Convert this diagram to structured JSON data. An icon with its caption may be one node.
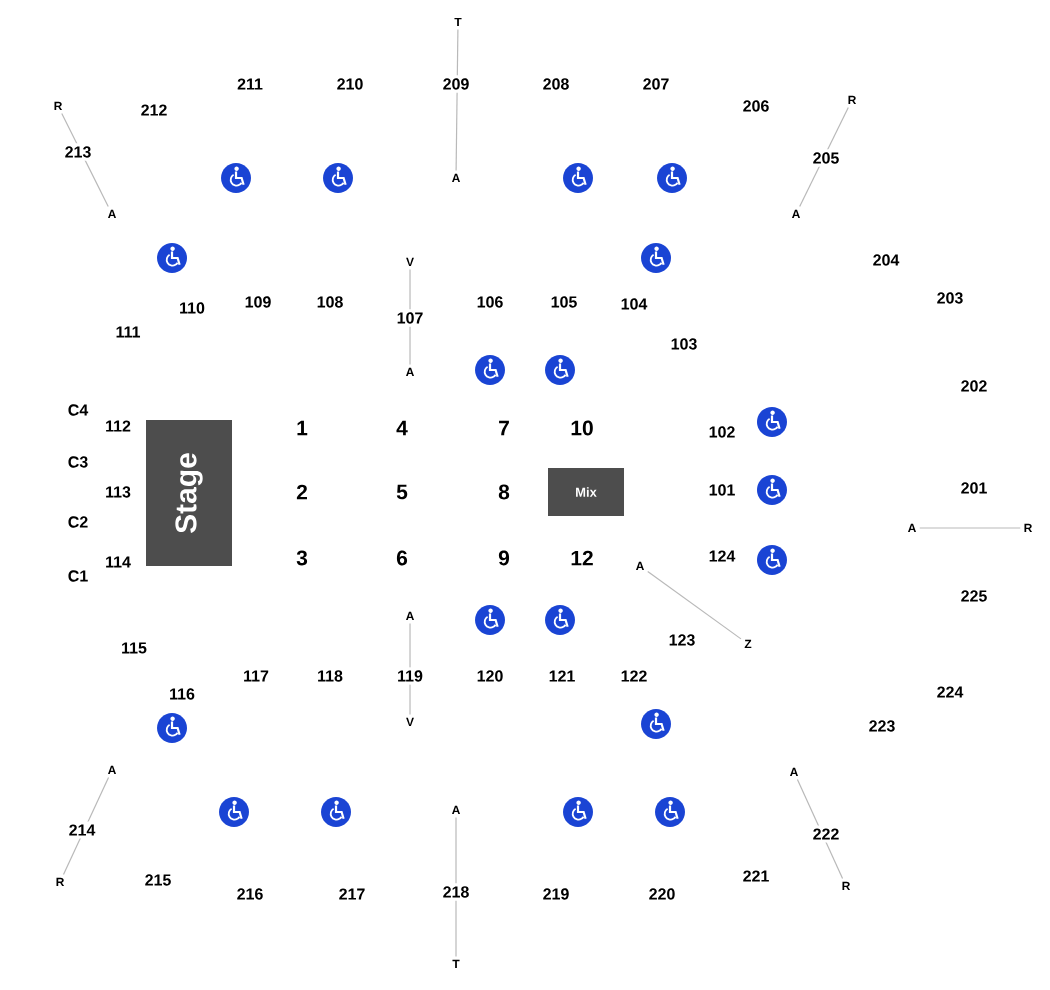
{
  "diagram": {
    "nodes": [
      {
        "text": [
          "T"
        ]
      },
      {
        "text": [
          "R"
        ]
      },
      {
        "text": [
          "R"
        ]
      },
      {
        "text": [
          "A"
        ]
      },
      {
        "text": [
          "A"
        ]
      },
      {
        "text": [
          "A"
        ]
      },
      {
        "text": [
          "V"
        ]
      },
      {
        "text": [
          "A"
        ]
      },
      {
        "text": [
          "Stage"
        ]
      },
      {
        "text": [
          "Mix"
        ]
      },
      {
        "text": [
          "A"
        ]
      },
      {
        "text": [
          "R"
        ]
      },
      {
        "text": [
          "A"
        ]
      },
      {
        "text": [
          "A"
        ]
      },
      {
        "text": [
          "Z"
        ]
      },
      {
        "text": [
          "V"
        ]
      },
      {
        "text": [
          "A"
        ]
      },
      {
        "text": [
          "A"
        ]
      },
      {
        "text": [
          "A"
        ]
      },
      {
        "text": [
          "R"
        ]
      },
      {
        "text": [
          "R"
        ]
      },
      {
        "text": [
          "T"
        ]
      }
    ],
    "edges": [
      {
        "from": 0,
        "to": 3,
        "arrow": "none",
        "label": "209"
      },
      {
        "from": 2,
        "to": 4,
        "arrow": "none",
        "label": "213"
      },
      {
        "from": 1,
        "to": 5,
        "arrow": "none",
        "label": "205"
      },
      {
        "from": 6,
        "to": 7,
        "arrow": "none",
        "label": "107"
      },
      {
        "from": 13,
        "to": 15,
        "arrow": "none",
        "label": "119"
      },
      {
        "from": 18,
        "to": 21,
        "arrow": "none",
        "label": "218"
      },
      {
        "from": 16,
        "to": 19,
        "arrow": "none",
        "label": "214"
      },
      {
        "from": 17,
        "to": 20,
        "arrow": "none",
        "label": "222"
      },
      {
        "from": 10,
        "to": 11,
        "arrow": "none"
      },
      {
        "from": 12,
        "to": 14,
        "arrow": "none"
      }
    ],
    "labels": [
      "211",
      "210",
      "208",
      "207",
      "212",
      "206",
      "204",
      "203",
      "110",
      "109",
      "108",
      "106",
      "105",
      "104",
      "111",
      "103",
      "202",
      "C4",
      "112",
      "1",
      "4",
      "7",
      "10",
      "102",
      "C3",
      "113",
      "2",
      "5",
      "8",
      "101",
      "201",
      "C2",
      "C1",
      "114",
      "3",
      "6",
      "9",
      "12",
      "124",
      "225",
      "123",
      "115",
      "117",
      "118",
      "120",
      "121",
      "122",
      "116",
      "224",
      "223",
      "215",
      "221",
      "216",
      "217",
      "219",
      "220"
    ]
  }
}
